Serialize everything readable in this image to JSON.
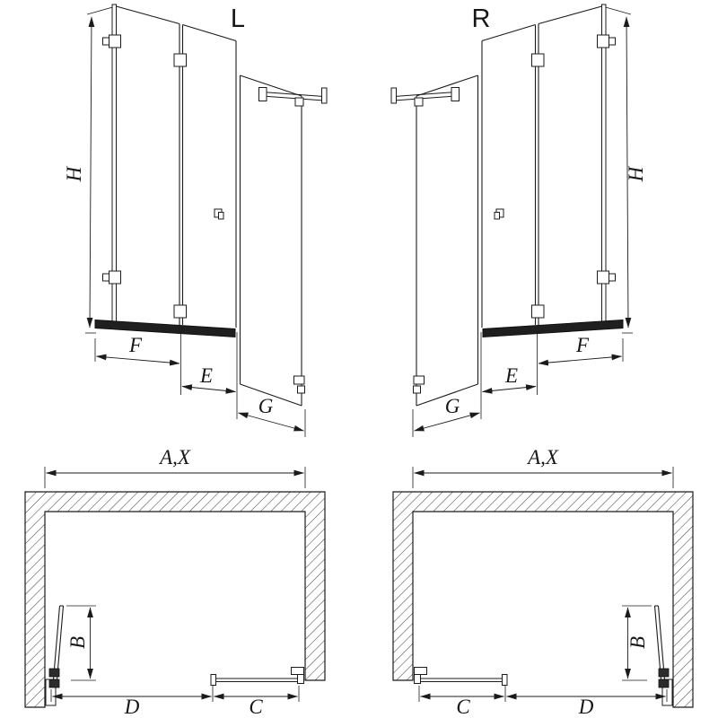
{
  "diagram": {
    "description_colors": {
      "line": "#1b1b1b",
      "background": "#ffffff",
      "hardware": "#2c2c2c"
    },
    "views": [
      {
        "id": "perspective-left",
        "label": "L",
        "dim_height": "H",
        "dim_widths": [
          "F",
          "E",
          "G"
        ]
      },
      {
        "id": "perspective-right",
        "label": "R",
        "dim_height": "H",
        "dim_widths": [
          "G",
          "E",
          "F"
        ]
      },
      {
        "id": "plan-left",
        "dim_total": "A,X",
        "dim_depth": "B",
        "dim_bottom": [
          "D",
          "C"
        ]
      },
      {
        "id": "plan-right",
        "dim_total": "A,X",
        "dim_depth": "B",
        "dim_bottom": [
          "C",
          "D"
        ]
      }
    ]
  }
}
